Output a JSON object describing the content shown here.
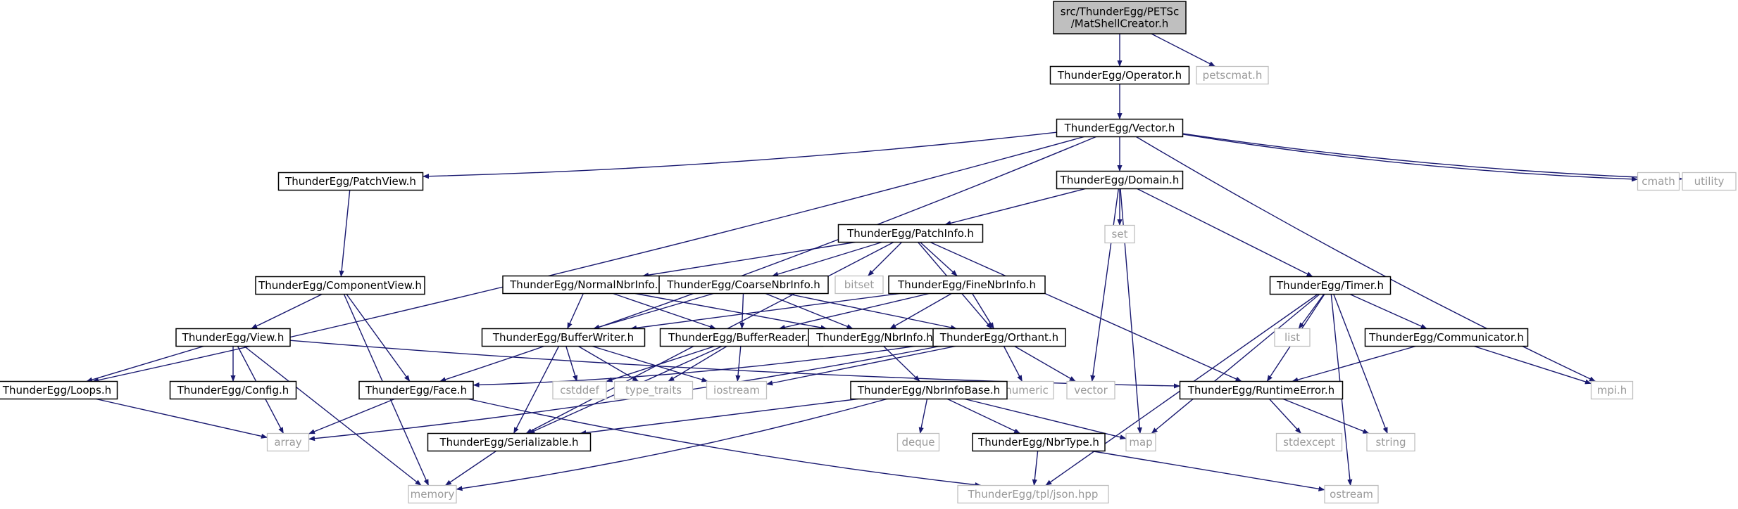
{
  "graph": {
    "colors": {
      "edge": "#191970",
      "root_fill": "#bfbfbf",
      "external_border": "#bfbfbf",
      "external_text": "#9a9a9a"
    },
    "nodes": [
      {
        "id": "root",
        "label": [
          "src/ThunderEgg/PETSc",
          "/MatShellCreator.h"
        ],
        "kind": "root"
      },
      {
        "id": "operator",
        "label": [
          "ThunderEgg/Operator.h"
        ],
        "kind": "project"
      },
      {
        "id": "petscmat",
        "label": [
          "petscmat.h"
        ],
        "kind": "external"
      },
      {
        "id": "vector_h",
        "label": [
          "ThunderEgg/Vector.h"
        ],
        "kind": "project"
      },
      {
        "id": "patchview",
        "label": [
          "ThunderEgg/PatchView.h"
        ],
        "kind": "project"
      },
      {
        "id": "domain",
        "label": [
          "ThunderEgg/Domain.h"
        ],
        "kind": "project"
      },
      {
        "id": "cmath",
        "label": [
          "cmath"
        ],
        "kind": "external"
      },
      {
        "id": "utility",
        "label": [
          "utility"
        ],
        "kind": "external"
      },
      {
        "id": "patchinfo",
        "label": [
          "ThunderEgg/PatchInfo.h"
        ],
        "kind": "project"
      },
      {
        "id": "set",
        "label": [
          "set"
        ],
        "kind": "external"
      },
      {
        "id": "componentview",
        "label": [
          "ThunderEgg/ComponentView.h"
        ],
        "kind": "project"
      },
      {
        "id": "normalnbr",
        "label": [
          "ThunderEgg/NormalNbrInfo.h"
        ],
        "kind": "project"
      },
      {
        "id": "coarsenbr",
        "label": [
          "ThunderEgg/CoarseNbrInfo.h"
        ],
        "kind": "project"
      },
      {
        "id": "bitset",
        "label": [
          "bitset"
        ],
        "kind": "external"
      },
      {
        "id": "finenbr",
        "label": [
          "ThunderEgg/FineNbrInfo.h"
        ],
        "kind": "project"
      },
      {
        "id": "timer",
        "label": [
          "ThunderEgg/Timer.h"
        ],
        "kind": "project"
      },
      {
        "id": "list",
        "label": [
          "list"
        ],
        "kind": "external"
      },
      {
        "id": "view",
        "label": [
          "ThunderEgg/View.h"
        ],
        "kind": "project"
      },
      {
        "id": "bufferwriter",
        "label": [
          "ThunderEgg/BufferWriter.h"
        ],
        "kind": "project"
      },
      {
        "id": "bufferreader",
        "label": [
          "ThunderEgg/BufferReader.h"
        ],
        "kind": "project"
      },
      {
        "id": "nbrinfo",
        "label": [
          "ThunderEgg/NbrInfo.h"
        ],
        "kind": "project"
      },
      {
        "id": "orthant",
        "label": [
          "ThunderEgg/Orthant.h"
        ],
        "kind": "project"
      },
      {
        "id": "communicator",
        "label": [
          "ThunderEgg/Communicator.h"
        ],
        "kind": "project"
      },
      {
        "id": "loops",
        "label": [
          "ThunderEgg/Loops.h"
        ],
        "kind": "project"
      },
      {
        "id": "config",
        "label": [
          "ThunderEgg/Config.h"
        ],
        "kind": "project"
      },
      {
        "id": "face",
        "label": [
          "ThunderEgg/Face.h"
        ],
        "kind": "project"
      },
      {
        "id": "cstddef",
        "label": [
          "cstddef"
        ],
        "kind": "external"
      },
      {
        "id": "type_traits",
        "label": [
          "type_traits"
        ],
        "kind": "external"
      },
      {
        "id": "iostream",
        "label": [
          "iostream"
        ],
        "kind": "external"
      },
      {
        "id": "numeric",
        "label": [
          "numeric"
        ],
        "kind": "external"
      },
      {
        "id": "vector_std",
        "label": [
          "vector"
        ],
        "kind": "external"
      },
      {
        "id": "runtimeerror",
        "label": [
          "ThunderEgg/RuntimeError.h"
        ],
        "kind": "project"
      },
      {
        "id": "mpi",
        "label": [
          "mpi.h"
        ],
        "kind": "external"
      },
      {
        "id": "nbrinfobase",
        "label": [
          "ThunderEgg/NbrInfoBase.h"
        ],
        "kind": "project"
      },
      {
        "id": "array",
        "label": [
          "array"
        ],
        "kind": "external"
      },
      {
        "id": "serializable",
        "label": [
          "ThunderEgg/Serializable.h"
        ],
        "kind": "project"
      },
      {
        "id": "deque",
        "label": [
          "deque"
        ],
        "kind": "external"
      },
      {
        "id": "nbrtype",
        "label": [
          "ThunderEgg/NbrType.h"
        ],
        "kind": "project"
      },
      {
        "id": "map",
        "label": [
          "map"
        ],
        "kind": "external"
      },
      {
        "id": "stdexcept",
        "label": [
          "stdexcept"
        ],
        "kind": "external"
      },
      {
        "id": "string",
        "label": [
          "string"
        ],
        "kind": "external"
      },
      {
        "id": "memory",
        "label": [
          "memory"
        ],
        "kind": "external"
      },
      {
        "id": "json",
        "label": [
          "ThunderEgg/tpl/json.hpp"
        ],
        "kind": "external"
      },
      {
        "id": "ostream",
        "label": [
          "ostream"
        ],
        "kind": "external"
      }
    ],
    "edges": [
      [
        "root",
        "operator"
      ],
      [
        "root",
        "petscmat"
      ],
      [
        "operator",
        "vector_h"
      ],
      [
        "vector_h",
        "patchview"
      ],
      [
        "vector_h",
        "domain"
      ],
      [
        "vector_h",
        "cmath"
      ],
      [
        "vector_h",
        "utility"
      ],
      [
        "vector_h",
        "loops"
      ],
      [
        "vector_h",
        "face"
      ],
      [
        "vector_h",
        "mpi"
      ],
      [
        "patchview",
        "componentview"
      ],
      [
        "domain",
        "patchinfo"
      ],
      [
        "domain",
        "set"
      ],
      [
        "domain",
        "timer"
      ],
      [
        "domain",
        "vector_std"
      ],
      [
        "domain",
        "map"
      ],
      [
        "patchinfo",
        "normalnbr"
      ],
      [
        "patchinfo",
        "coarsenbr"
      ],
      [
        "patchinfo",
        "bitset"
      ],
      [
        "patchinfo",
        "finenbr"
      ],
      [
        "patchinfo",
        "serializable"
      ],
      [
        "patchinfo",
        "orthant"
      ],
      [
        "patchinfo",
        "runtimeerror"
      ],
      [
        "componentview",
        "view"
      ],
      [
        "componentview",
        "face"
      ],
      [
        "componentview",
        "memory"
      ],
      [
        "normalnbr",
        "bufferwriter"
      ],
      [
        "normalnbr",
        "bufferreader"
      ],
      [
        "normalnbr",
        "nbrinfo"
      ],
      [
        "coarsenbr",
        "bufferwriter"
      ],
      [
        "coarsenbr",
        "bufferreader"
      ],
      [
        "coarsenbr",
        "nbrinfo"
      ],
      [
        "coarsenbr",
        "orthant"
      ],
      [
        "finenbr",
        "bufferwriter"
      ],
      [
        "finenbr",
        "bufferreader"
      ],
      [
        "finenbr",
        "nbrinfo"
      ],
      [
        "finenbr",
        "orthant"
      ],
      [
        "timer",
        "list"
      ],
      [
        "timer",
        "communicator"
      ],
      [
        "timer",
        "runtimeerror"
      ],
      [
        "timer",
        "map"
      ],
      [
        "timer",
        "string"
      ],
      [
        "timer",
        "ostream"
      ],
      [
        "timer",
        "json"
      ],
      [
        "view",
        "loops"
      ],
      [
        "view",
        "config"
      ],
      [
        "view",
        "array"
      ],
      [
        "view",
        "memory"
      ],
      [
        "view",
        "runtimeerror"
      ],
      [
        "bufferwriter",
        "cstddef"
      ],
      [
        "bufferwriter",
        "type_traits"
      ],
      [
        "bufferwriter",
        "iostream"
      ],
      [
        "bufferwriter",
        "serializable"
      ],
      [
        "bufferreader",
        "cstddef"
      ],
      [
        "bufferreader",
        "type_traits"
      ],
      [
        "bufferreader",
        "iostream"
      ],
      [
        "bufferreader",
        "serializable"
      ],
      [
        "nbrinfo",
        "nbrinfobase"
      ],
      [
        "orthant",
        "face"
      ],
      [
        "orthant",
        "iostream"
      ],
      [
        "orthant",
        "numeric"
      ],
      [
        "orthant",
        "vector_std"
      ],
      [
        "orthant",
        "array"
      ],
      [
        "communicator",
        "runtimeerror"
      ],
      [
        "communicator",
        "mpi"
      ],
      [
        "loops",
        "array"
      ],
      [
        "face",
        "array"
      ],
      [
        "face",
        "json"
      ],
      [
        "runtimeerror",
        "stdexcept"
      ],
      [
        "runtimeerror",
        "string"
      ],
      [
        "nbrinfobase",
        "serializable"
      ],
      [
        "nbrinfobase",
        "deque"
      ],
      [
        "nbrinfobase",
        "nbrtype"
      ],
      [
        "nbrinfobase",
        "map"
      ],
      [
        "nbrinfobase",
        "memory"
      ],
      [
        "serializable",
        "memory"
      ],
      [
        "nbrtype",
        "json"
      ],
      [
        "nbrtype",
        "ostream"
      ]
    ]
  }
}
